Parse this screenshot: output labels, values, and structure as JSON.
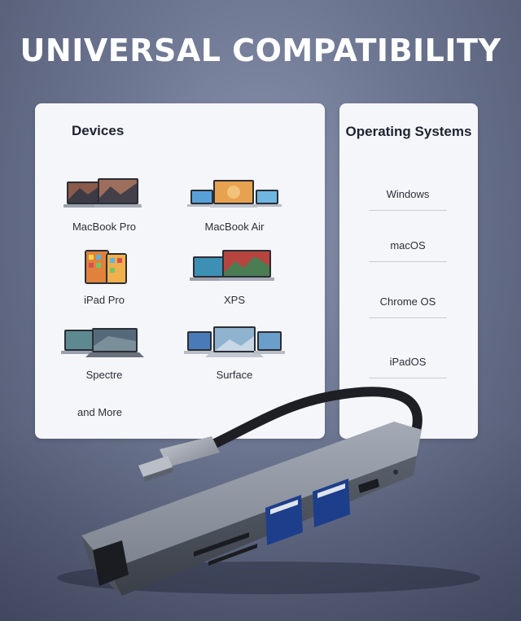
{
  "headline": "UNIVERSAL COMPATIBILITY",
  "devices_card": {
    "title": "Devices",
    "items": [
      {
        "label": "MacBook Pro",
        "icon": "macbook-pro-icon"
      },
      {
        "label": "MacBook Air",
        "icon": "macbook-air-icon"
      },
      {
        "label": "iPad Pro",
        "icon": "ipad-pro-icon"
      },
      {
        "label": "XPS",
        "icon": "xps-laptop-icon"
      },
      {
        "label": "Spectre",
        "icon": "spectre-laptop-icon"
      },
      {
        "label": "Surface",
        "icon": "surface-laptop-icon"
      }
    ],
    "more": "and More"
  },
  "os_card": {
    "title": "Operating Systems",
    "items": [
      "Windows",
      "macOS",
      "Chrome OS",
      "iPadOS"
    ]
  },
  "colors": {
    "background": "#6c7590",
    "card": "#f5f6f9",
    "headline": "#ffffff",
    "hub_body": "#8c929e"
  }
}
